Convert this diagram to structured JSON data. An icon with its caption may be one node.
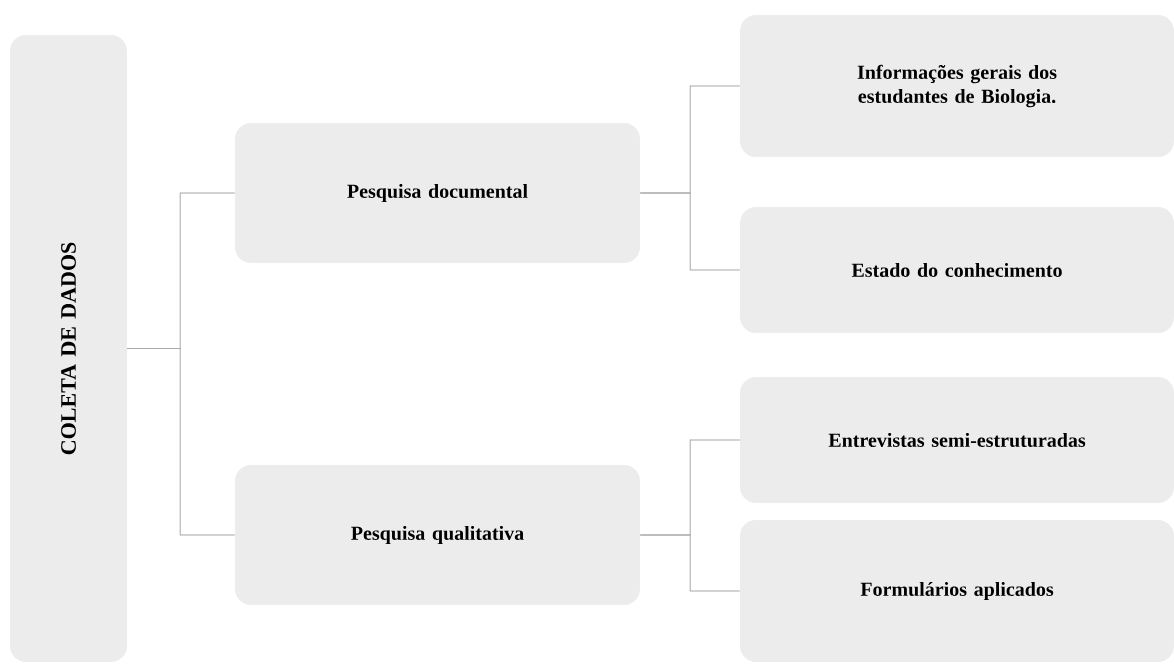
{
  "diagram": {
    "nodes": [
      {
        "text": [
          "COLETA DE DADOS"
        ]
      },
      {
        "text": [
          "Pesquisa documental"
        ]
      },
      {
        "text": [
          "Pesquisa qualitativa"
        ]
      },
      {
        "text": [
          "Informações gerais dos estudantes de Biologia."
        ]
      },
      {
        "text": [
          "Estado do conhecimento"
        ]
      },
      {
        "text": [
          "Entrevistas semi-estruturadas"
        ]
      },
      {
        "text": [
          "Formulários aplicados"
        ]
      }
    ],
    "edges": [
      {
        "from": 0,
        "to": 1,
        "arrow": "none"
      },
      {
        "from": 0,
        "to": 2,
        "arrow": "none"
      },
      {
        "from": 1,
        "to": 3,
        "arrow": "none"
      },
      {
        "from": 1,
        "to": 4,
        "arrow": "none"
      },
      {
        "from": 2,
        "to": 5,
        "arrow": "none"
      },
      {
        "from": 2,
        "to": 6,
        "arrow": "none"
      }
    ]
  }
}
